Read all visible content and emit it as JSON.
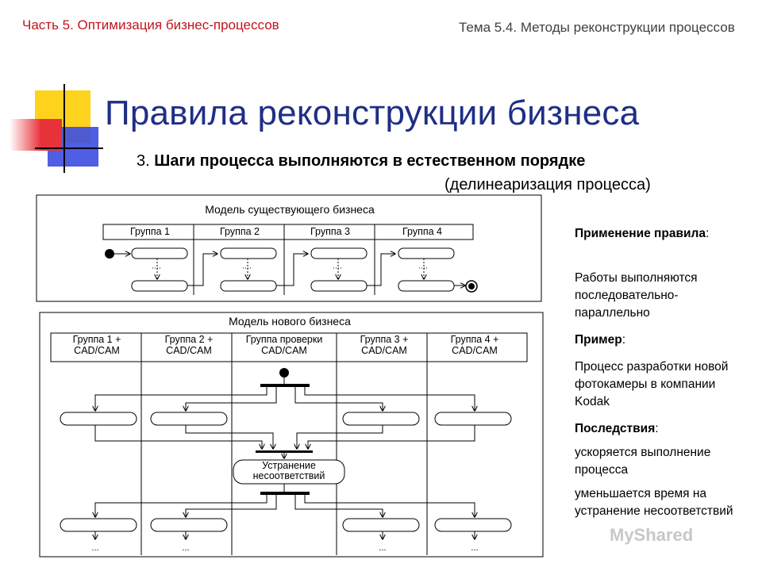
{
  "header": {
    "left": "Часть 5. Оптимизация бизнес-процессов",
    "right": "Тема 5.4. Методы реконструкции процессов"
  },
  "title": "Правила реконструкции бизнеса",
  "subtitle": {
    "number": "3. ",
    "bold": "Шаги процесса выполняются в естественном порядке",
    "paren": "(делинеаризация процесса)"
  },
  "diagram_top": {
    "title": "Модель существующего бизнеса",
    "groups": [
      "Группа 1",
      "Группа 2",
      "Группа 3",
      "Группа 4"
    ]
  },
  "diagram_bottom": {
    "title": "Модель нового бизнеса",
    "groups": [
      {
        "line1": "Группа 1 +",
        "line2": "CAD/CAM"
      },
      {
        "line1": "Группа 2 +",
        "line2": "CAD/CAM"
      },
      {
        "line1": "Группа проверки",
        "line2": "CAD/CAM"
      },
      {
        "line1": "Группа 3 +",
        "line2": "CAD/CAM"
      },
      {
        "line1": "Группа 4 +",
        "line2": "CAD/CAM"
      }
    ],
    "center_box": {
      "line1": "Устранение",
      "line2": "несоответствий"
    },
    "ellipsis": "..."
  },
  "side": {
    "h1": "Применение правила",
    "t1": "Работы выполняются последовательно-параллельно",
    "h2": "Пример",
    "t2": "Процесс разработки новой фотокамеры в компании Kodak",
    "h3": "Последствия",
    "t3a": "ускоряется выполнение процесса",
    "t3b": "уменьшается время на устранение несоответствий",
    "colon": ":"
  },
  "watermark": "MyShared",
  "colors": {
    "title": "#1f2e86",
    "header_left": "#c0141c",
    "yellow": "#ffd21e",
    "red": "#e8323a",
    "blue": "#3c4ce0"
  }
}
